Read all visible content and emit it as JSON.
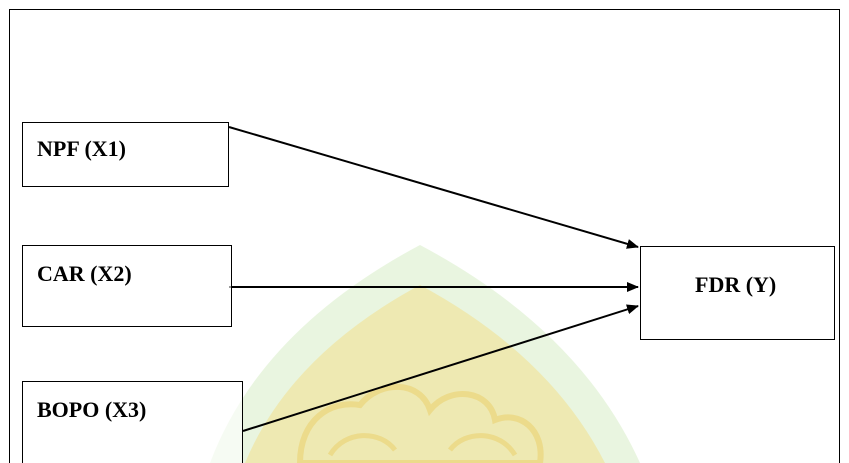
{
  "diagram": {
    "nodes": {
      "npf": "NPF (X1)",
      "car": "CAR (X2)",
      "bopo": "BOPO (X3)",
      "fdr": "FDR (Y)"
    },
    "edges": [
      {
        "from": "npf",
        "to": "fdr"
      },
      {
        "from": "car",
        "to": "fdr"
      },
      {
        "from": "bopo",
        "to": "fdr"
      }
    ]
  },
  "colors": {
    "line": "#000000",
    "watermark_yellow": "#f3dc7a",
    "watermark_green": "#bfe3a6"
  },
  "watermark_icon": "university-logo-watermark"
}
